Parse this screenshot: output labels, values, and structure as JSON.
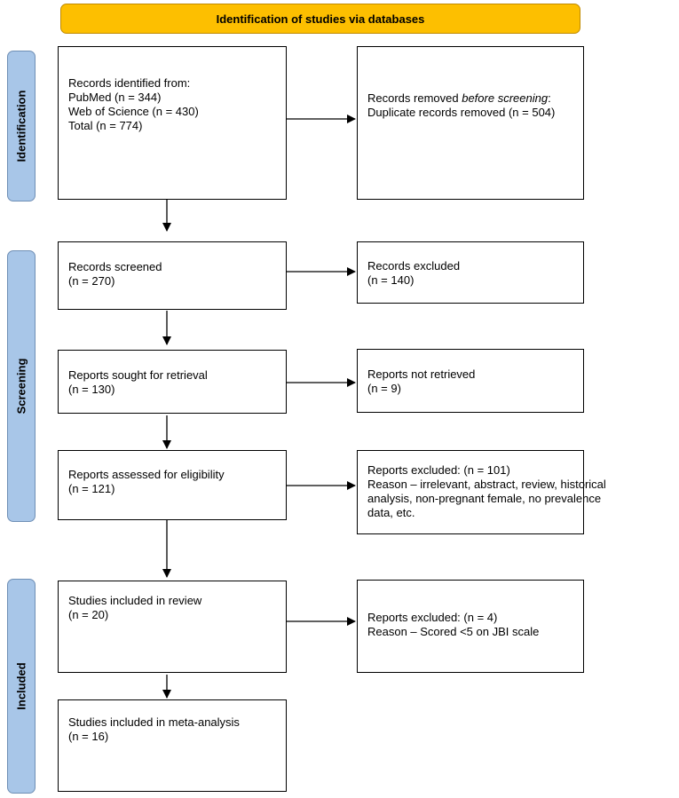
{
  "header": {
    "title": "Identification  of studies via databases"
  },
  "phases": {
    "identification": "Identification",
    "screening": "Screening",
    "included": "Included"
  },
  "boxes": {
    "records_identified": {
      "line1": "Records identified from:",
      "line2": "PubMed (n = 344)",
      "line3": "Web of Science (n = 430)",
      "line4": "Total (n = 774)"
    },
    "records_removed": {
      "line1_prefix": "Records removed ",
      "line1_italic": "before screening",
      "line1_suffix": ":",
      "line2": "Duplicate records removed (n = 504)"
    },
    "records_screened": {
      "line1": "Records screened",
      "line2": "(n = 270)"
    },
    "records_excluded": {
      "line1": "Records excluded",
      "line2": "(n = 140)"
    },
    "reports_sought": {
      "line1": "Reports sought for retrieval",
      "line2": "(n = 130)"
    },
    "reports_not_retrieved": {
      "line1": "Reports not retrieved",
      "line2": "(n = 9)"
    },
    "reports_assessed": {
      "line1": "Reports assessed for eligibility",
      "line2": "(n = 121)"
    },
    "reports_excluded_eligibility": {
      "line1": "Reports excluded: (n = 101)",
      "line2": "Reason – irrelevant, abstract, review, historical",
      "line3": "analysis, non-pregnant female, no prevalence",
      "line4": "data, etc."
    },
    "studies_review": {
      "line1": "Studies included in review",
      "line2": "(n = 20)"
    },
    "reports_excluded_jbi": {
      "line1": "Reports excluded: (n = 4)",
      "line2": "Reason – Scored <5 on JBI scale"
    },
    "studies_meta": {
      "line1": "Studies included in meta-analysis",
      "line2": "(n = 16)"
    }
  }
}
